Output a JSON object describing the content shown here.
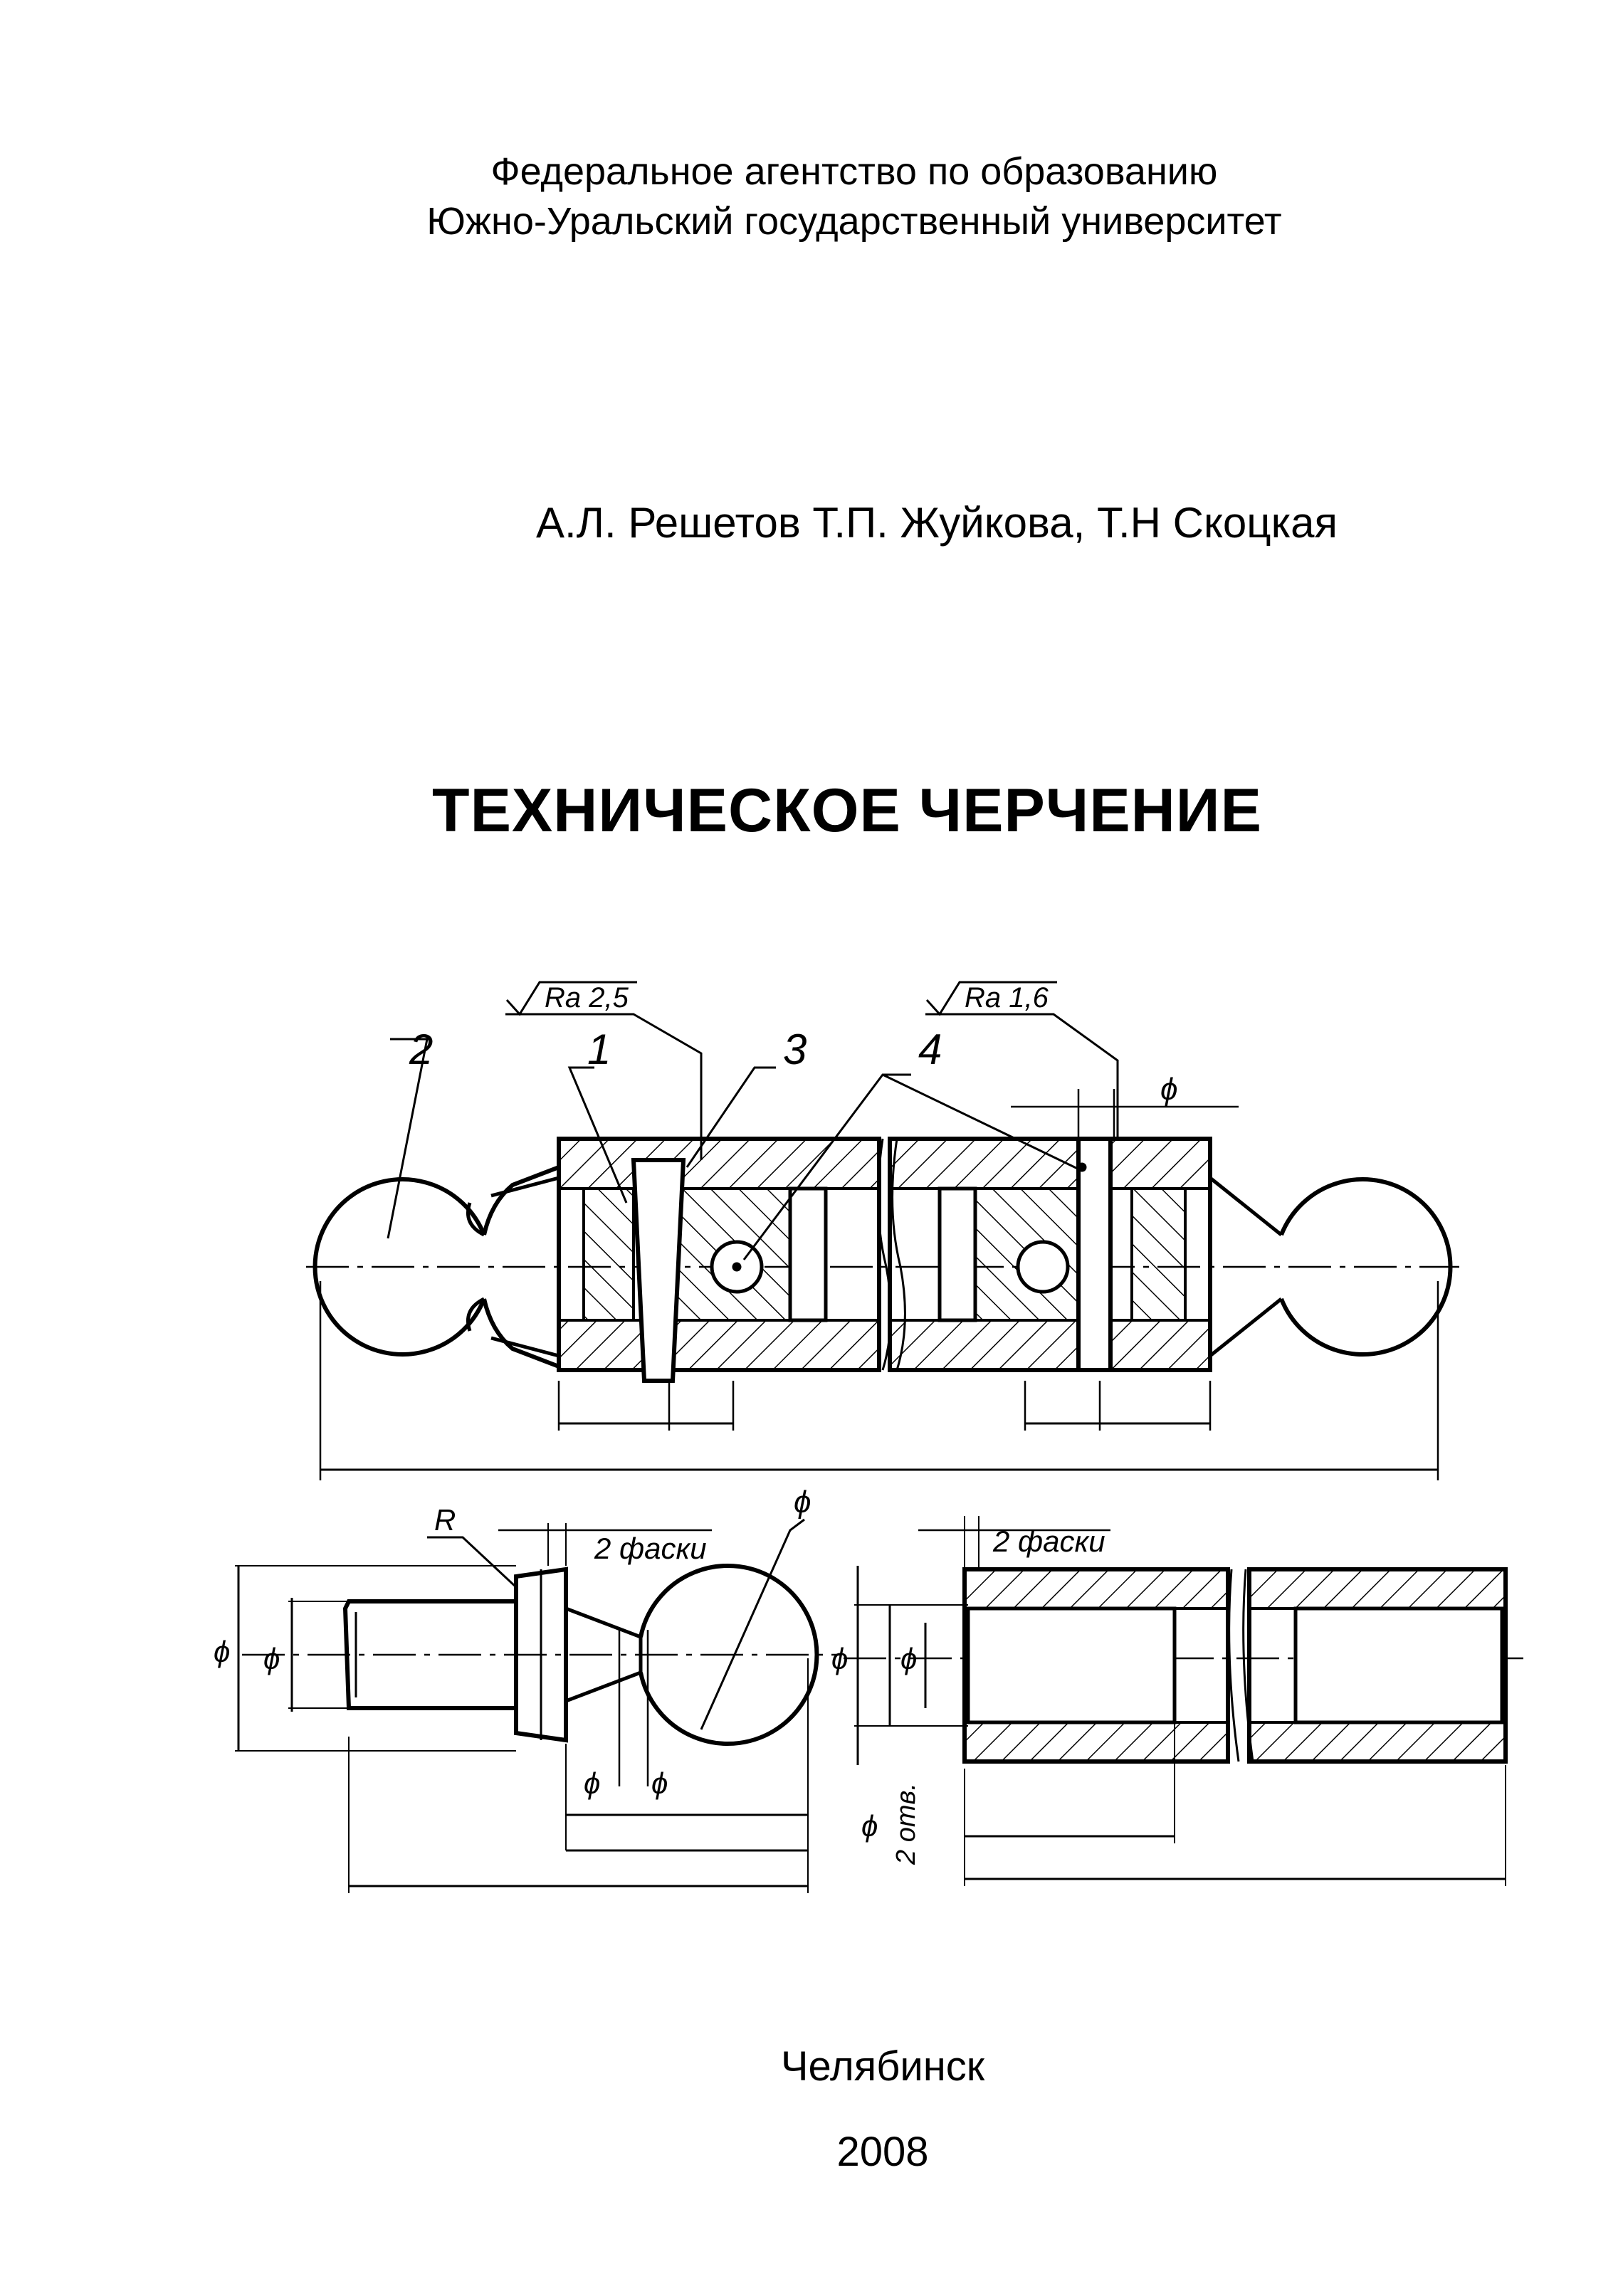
{
  "header": {
    "organization": "Федеральное агентство по образованию",
    "university": "Южно-Уральский государственный университет"
  },
  "authors": "А.Л. Решетов Т.П. Жуйкова, Т.Н Скоцкая",
  "title": "ТЕХНИЧЕСКОЕ ЧЕРЧЕНИЕ",
  "drawing": {
    "roughness_1": "Ra 2,5",
    "roughness_2": "Ra 1,6",
    "callouts": [
      "1",
      "2",
      "3",
      "4"
    ],
    "phi": "ϕ",
    "radius": "R",
    "chamfers_1": "2 фаски",
    "chamfers_2": "2 фаски",
    "holes": "2 отв."
  },
  "footer": {
    "city": "Челябинск",
    "year": "2008"
  },
  "colors": {
    "ink": "#000000",
    "paper": "#ffffff"
  }
}
